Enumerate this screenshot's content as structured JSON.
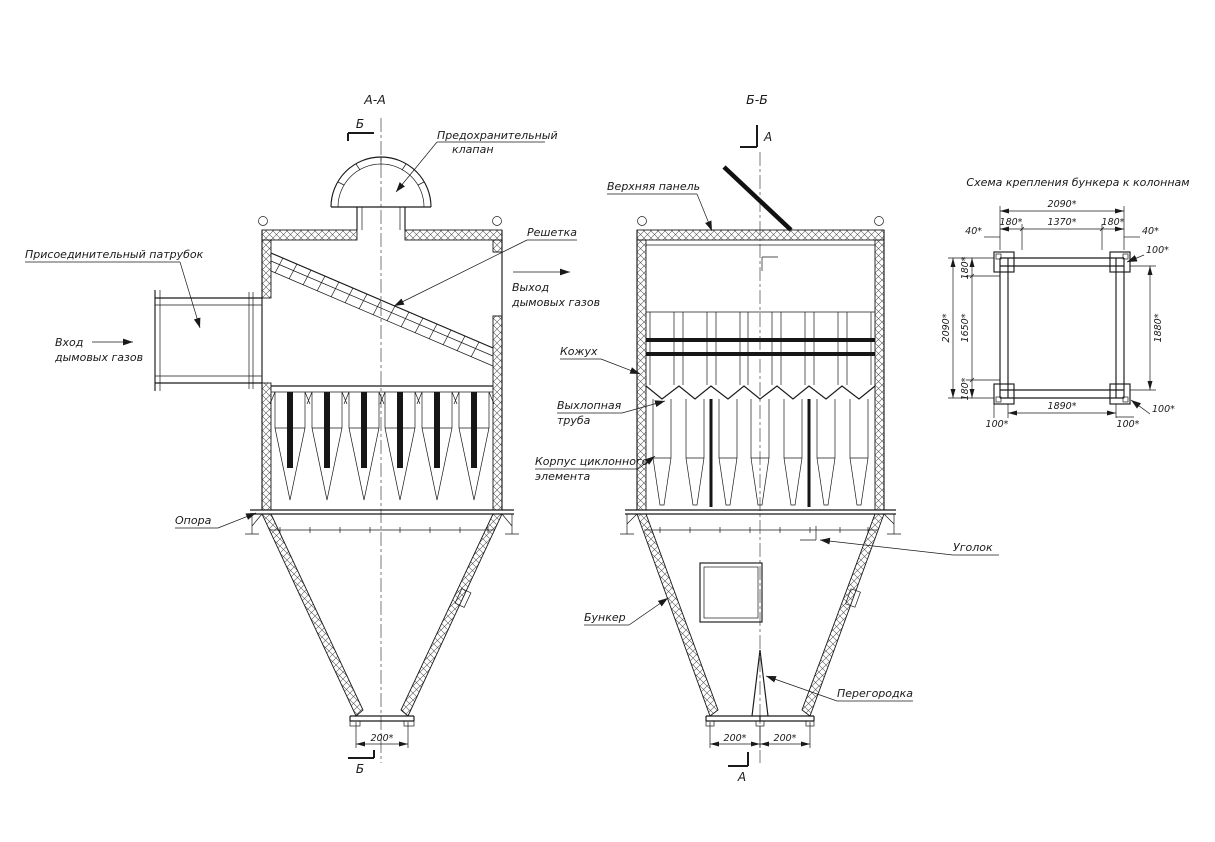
{
  "style": {
    "line_color": "#1a1a1a",
    "background": "#ffffff"
  },
  "view_aa": {
    "title": "А-А",
    "section_marker_top": "Б",
    "section_marker_bottom": "Б",
    "labels": {
      "valve_line1": "Предохранительный",
      "valve_line2": "клапан",
      "grate": "Решетка",
      "inlet_pipe": "Присоединительный патрубок",
      "gas_inlet_line1": "Вход",
      "gas_inlet_line2": "дымовых газов",
      "gas_outlet_line1": "Выход",
      "gas_outlet_line2": "дымовых газов",
      "support": "Опора"
    },
    "dims": {
      "outlet_width": "200*"
    }
  },
  "view_bb": {
    "title": "Б-Б",
    "section_marker_top": "А",
    "section_marker_bottom": "А",
    "labels": {
      "top_panel": "Верхняя панель",
      "casing": "Кожух",
      "exhaust_line1": "Выхлопная",
      "exhaust_line2": "труба",
      "cyclone_body_line1": "Корпус циклонного",
      "cyclone_body_line2": "элемента",
      "angle": "Уголок",
      "hopper": "Бункер",
      "partition": "Перегородка"
    },
    "dims": {
      "outlet_left": "200*",
      "outlet_right": "200*"
    }
  },
  "scheme": {
    "title": "Схема крепления бункера к колоннам",
    "dims": {
      "top_overall": "2090*",
      "top_left": "180*",
      "top_center": "1370*",
      "top_right": "180*",
      "far_left": "40*",
      "far_right": "40*",
      "right_top": "100*",
      "left_overall": "2090*",
      "left_top": "180*",
      "left_center": "1650*",
      "left_bottom": "180*",
      "right_side": "1880*",
      "bottom_left": "100*",
      "bottom_center": "1890*",
      "bottom_right_inner": "100*",
      "bottom_right_outer": "100*"
    }
  }
}
